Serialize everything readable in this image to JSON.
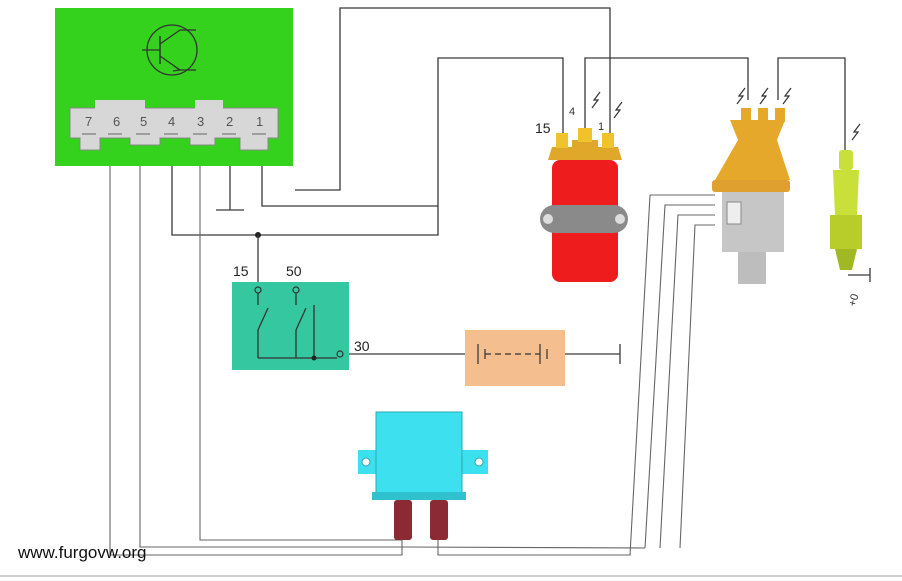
{
  "control_unit": {
    "pins": [
      "7",
      "6",
      "5",
      "4",
      "3",
      "2",
      "1"
    ]
  },
  "ignition_coil": {
    "terminal_left": "15",
    "terminal_mid": "4",
    "terminal_right": "1"
  },
  "ignition_switch": {
    "terminal_15": "15",
    "terminal_50": "50",
    "terminal_30": "30"
  },
  "spark_plug": {
    "ground_mark": "+0"
  },
  "watermark": "www.furgovw.org",
  "colors": {
    "control_unit": "#34d11d",
    "ignition_coil": "#ee1c1c",
    "distributor_cap": "#e6a82a",
    "ignition_switch": "#35c79f",
    "battery": "#f4be8e",
    "module": "#3ce0ee",
    "spark_plug": "#c9e03a"
  }
}
